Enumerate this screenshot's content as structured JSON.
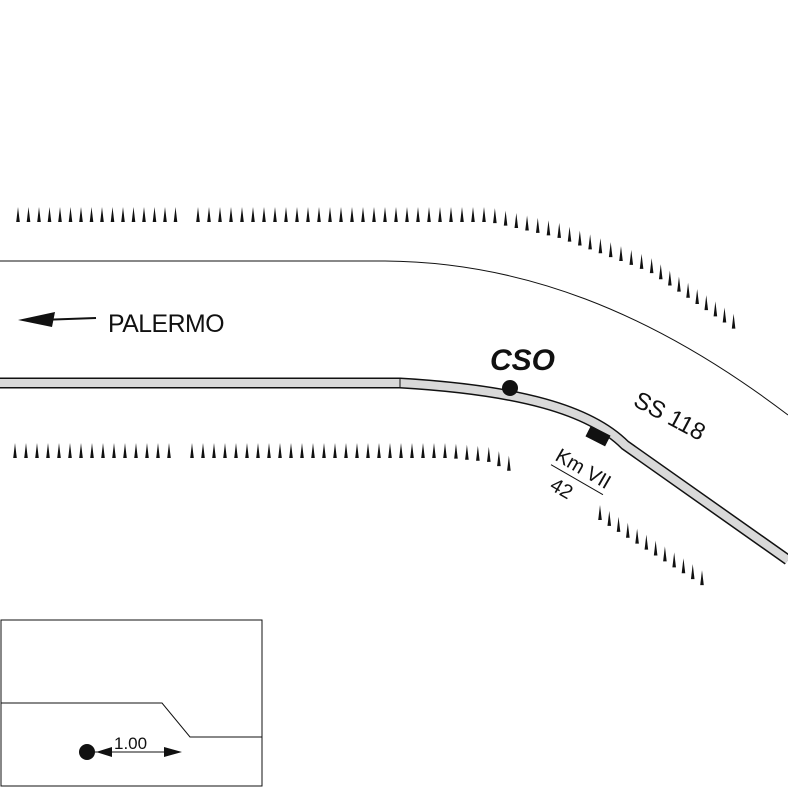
{
  "map": {
    "direction_label": "PALERMO",
    "station_label": "CSO",
    "road_label": "SS 118",
    "km_marker": "Km VII",
    "km_subvalue": "42",
    "inset": {
      "distance_label": "1.00"
    }
  },
  "colors": {
    "rail_fill": "#d9d9d9",
    "ink": "#111111",
    "background": "#ffffff"
  }
}
